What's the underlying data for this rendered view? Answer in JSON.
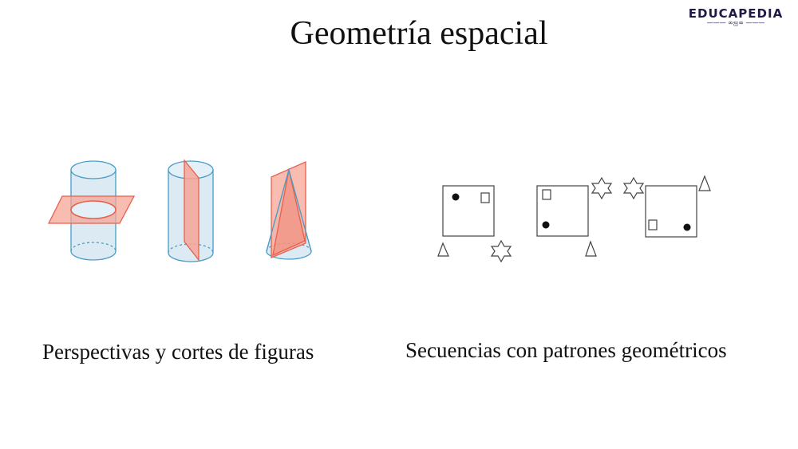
{
  "title": "Geometría espacial",
  "logo": {
    "text": "EDUCAPEDIA",
    "ornament": "——— ∞ஐ∞ ———"
  },
  "captions": {
    "left": "Perspectivas y cortes de figuras",
    "right": "Secuencias con patrones geométricos"
  },
  "colors": {
    "solid_fill": "#dbeaf3",
    "solid_stroke": "#4a9cc6",
    "plane_fill": "#f6a596",
    "plane_stroke": "#e8604c"
  }
}
